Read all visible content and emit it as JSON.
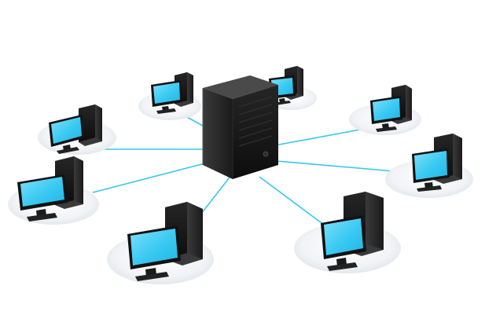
{
  "diagram": {
    "type": "star-network",
    "hub": {
      "kind": "server",
      "icon": "server-tower-icon"
    },
    "node_kind": "workstation",
    "node_icon": "desktop-computer-icon",
    "node_count": 8,
    "nodes": [
      {
        "id": "workstation-upper-left"
      },
      {
        "id": "workstation-top-left"
      },
      {
        "id": "workstation-top-right"
      },
      {
        "id": "workstation-upper-right"
      },
      {
        "id": "workstation-right"
      },
      {
        "id": "workstation-bottom-right"
      },
      {
        "id": "workstation-bottom-left"
      },
      {
        "id": "workstation-left"
      }
    ],
    "colors": {
      "link": "#35c8ec",
      "screen": "#39c9f2",
      "screen_light": "#8fe4fb",
      "case_dark": "#141414",
      "case_mid": "#2c2c2c",
      "case_light": "#4a4a4a",
      "pedestal": "#eceef2",
      "background": "#ffffff"
    }
  }
}
